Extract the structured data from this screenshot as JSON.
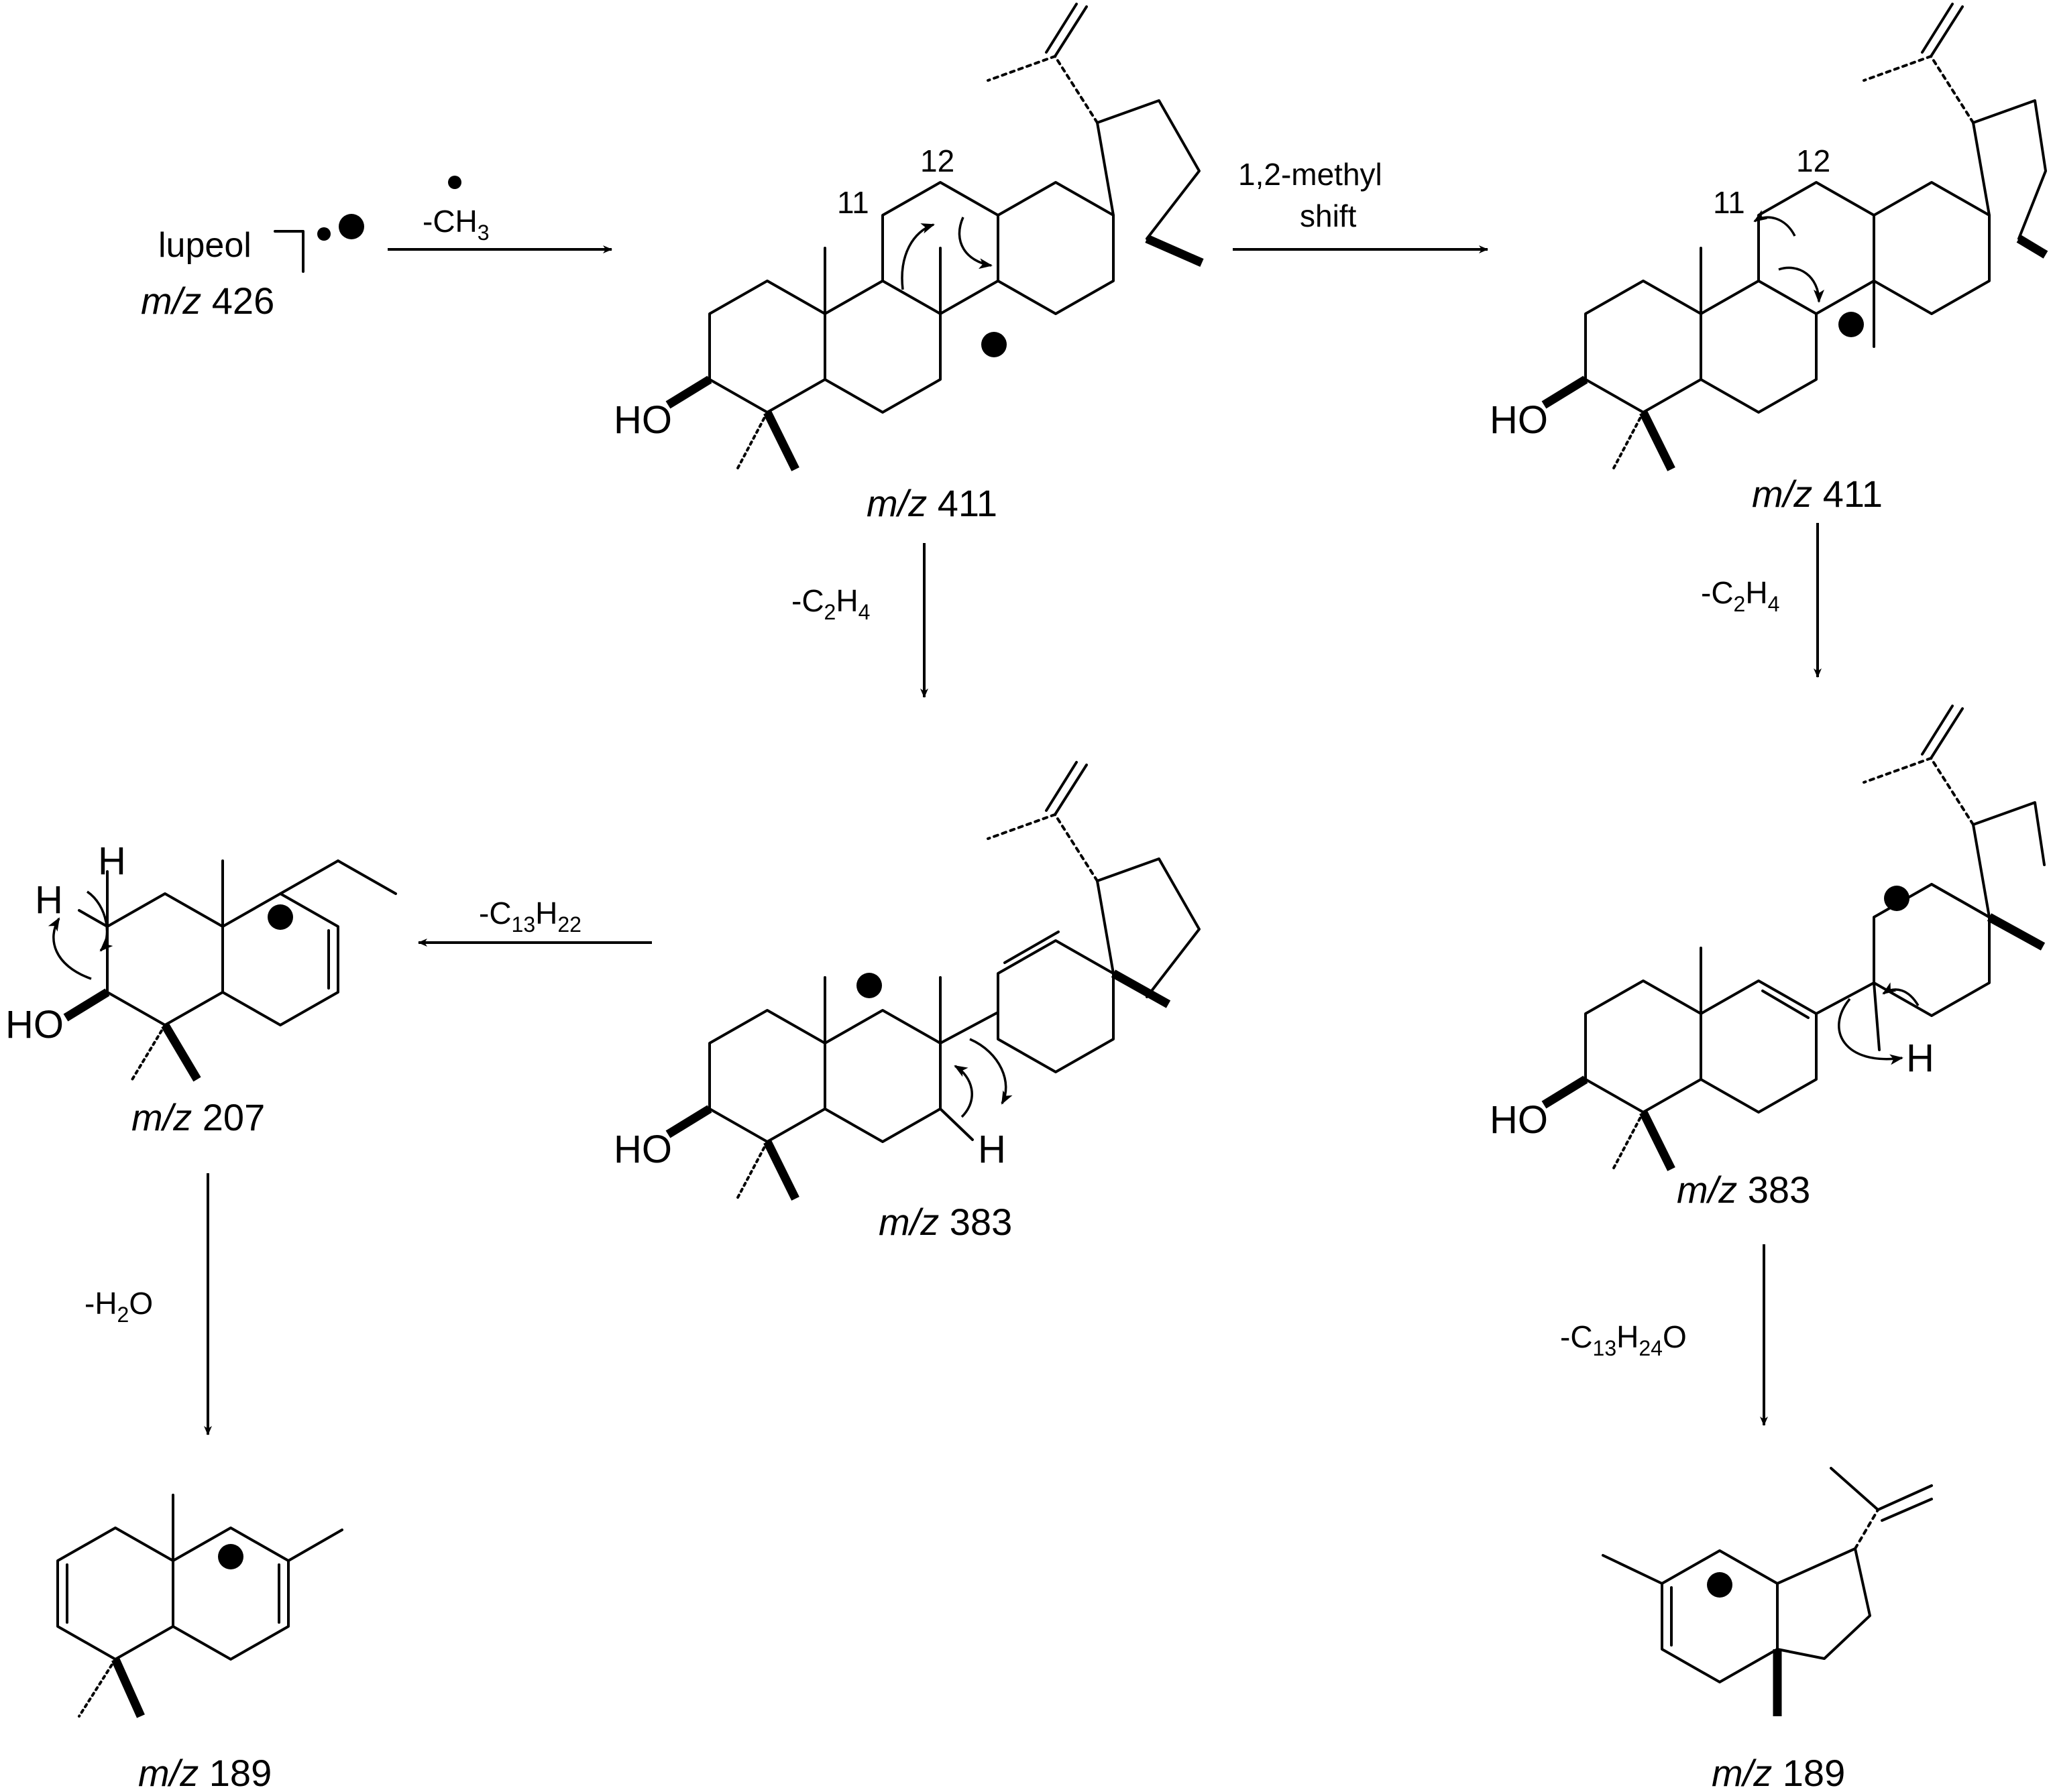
{
  "start": {
    "name": "lupeol",
    "mz_prefix": "m/z",
    "mz": "426"
  },
  "steps": {
    "loss_ch3": {
      "text": "-CH",
      "sub": "3"
    },
    "methyl_shift": {
      "line1": "1,2-methyl",
      "line2": "shift"
    },
    "loss_c2h4_a": {
      "text1": "-C",
      "sub1": "2",
      "text2": "H",
      "sub2": "4"
    },
    "loss_c2h4_b": {
      "text1": "-C",
      "sub1": "2",
      "text2": "H",
      "sub2": "4"
    },
    "loss_c13h22": {
      "text1": "-C",
      "sub1": "13",
      "text2": "H",
      "sub2": "22"
    },
    "loss_h2o": {
      "text1": "-H",
      "sub1": "2",
      "text2": "O"
    },
    "loss_c13h24o": {
      "text1": "-C",
      "sub1": "13",
      "text2": "H",
      "sub2": "24",
      "text3": "O"
    }
  },
  "ions": {
    "ion411_left": {
      "mz_prefix": "m/z",
      "mz": "411",
      "pos11": "11",
      "pos12": "12"
    },
    "ion411_right": {
      "mz_prefix": "m/z",
      "mz": "411",
      "pos11": "11",
      "pos12": "12"
    },
    "ion383_center": {
      "mz_prefix": "m/z",
      "mz": "383"
    },
    "ion383_right": {
      "mz_prefix": "m/z",
      "mz": "383"
    },
    "ion207": {
      "mz_prefix": "m/z",
      "mz": "207"
    },
    "ion189_left": {
      "mz_prefix": "m/z",
      "mz": "189"
    },
    "ion189_right": {
      "mz_prefix": "m/z",
      "mz": "189"
    }
  },
  "atoms": {
    "hydroxyl": "HO",
    "hydrogen": "H"
  }
}
